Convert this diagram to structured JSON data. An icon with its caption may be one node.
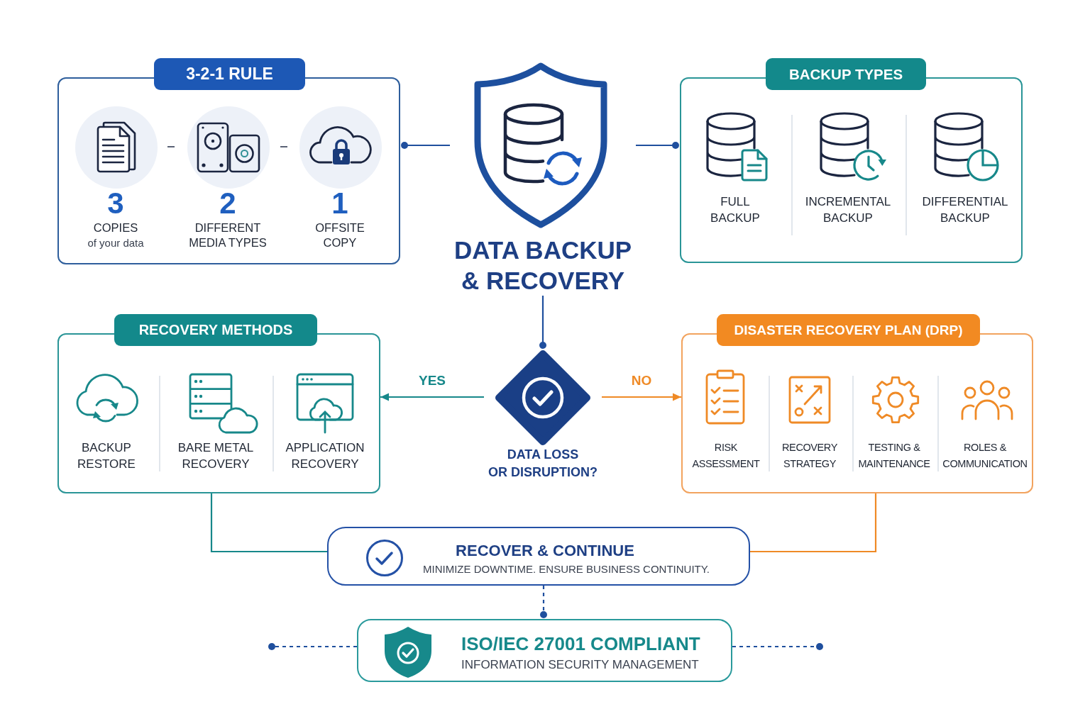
{
  "diagram": {
    "nodes": [
      {
        "text": [
          "3-2-1 RULE",
          "3",
          "COPIES",
          "of your data",
          "2",
          "DIFFERENT MEDIA TYPES",
          "1",
          "OFFSITE COPY"
        ]
      },
      {
        "text": [
          "DATA BACKUP & RECOVERY"
        ]
      },
      {
        "text": [
          "BACKUP TYPES",
          "FULL BACKUP",
          "INCREMENTAL BACKUP",
          "DIFFERENTIAL BACKUP"
        ]
      },
      {
        "text": [
          "RECOVERY METHODS",
          "BACKUP RESTORE",
          "BARE METAL RECOVERY",
          "APPLICATION RECOVERY"
        ]
      },
      {
        "text": [
          "DATA LOSS OR DISRUPTION?"
        ]
      },
      {
        "text": [
          "DISASTER RECOVERY PLAN (DRP)",
          "RISK ASSESSMENT",
          "RECOVERY STRATEGY",
          "TESTING & MAINTENANCE",
          "ROLES & COMMUNICATION"
        ]
      },
      {
        "text": [
          "RECOVER & CONTINUE",
          "MINIMIZE DOWNTIME. ENSURE BUSINESS CONTINUITY."
        ]
      },
      {
        "text": [
          "ISO/IEC 27001 COMPLIANT",
          "INFORMATION SECURITY MANAGEMENT"
        ]
      }
    ],
    "edges": [
      {
        "from": 1,
        "to": 0,
        "arrow": "other"
      },
      {
        "from": 1,
        "to": 2,
        "arrow": "other"
      },
      {
        "from": 1,
        "to": 4,
        "arrow": "other"
      },
      {
        "from": 4,
        "to": 3,
        "arrow": "to",
        "label": "YES",
        "color": "#17888a"
      },
      {
        "from": 4,
        "to": 5,
        "arrow": "to",
        "label": "NO",
        "color": "#ef8a26"
      },
      {
        "from": 3,
        "to": 6,
        "arrow": "none",
        "color": "#17888a"
      },
      {
        "from": 5,
        "to": 6,
        "arrow": "none",
        "color": "#ef8a26"
      },
      {
        "from": 6,
        "to": 7,
        "arrow": "other",
        "style": "dashed"
      },
      {
        "from": 7,
        "to": null,
        "arrow": "other",
        "style": "dashed"
      },
      {
        "from": 7,
        "to": null,
        "arrow": "other",
        "style": "dashed"
      }
    ]
  }
}
